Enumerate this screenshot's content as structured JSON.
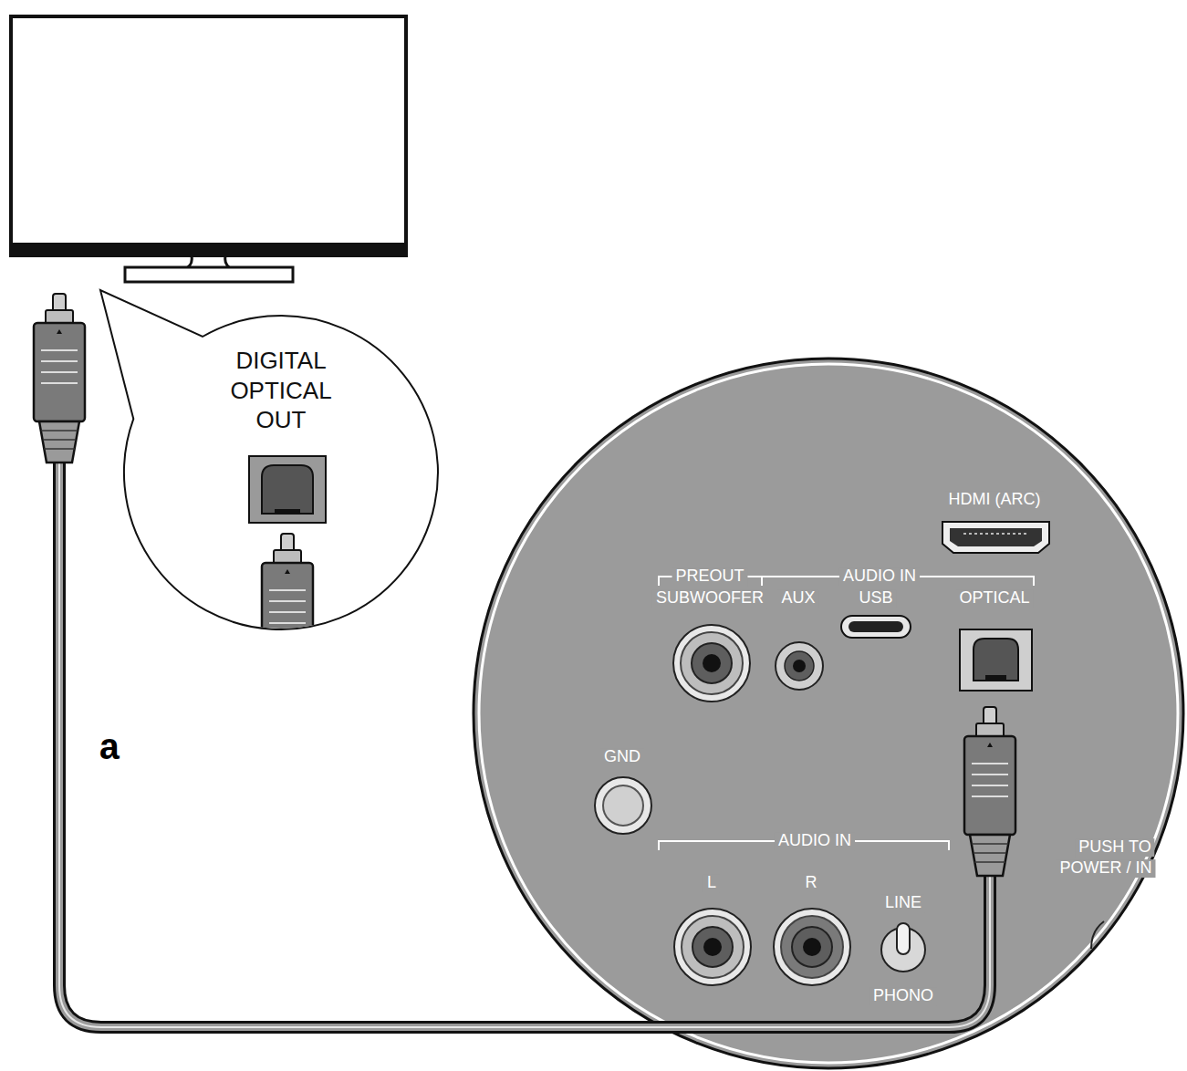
{
  "diagram": {
    "nodes": [
      {
        "text": [
          "DIGITAL OPTICAL OUT"
        ]
      }
    ],
    "labels": [
      "HDMI (ARC)",
      "PREOUT",
      "AUDIO IN",
      "SUBWOOFER",
      "AUX",
      "USB",
      "OPTICAL",
      "GND",
      "AUDIO IN",
      "L",
      "R",
      "LINE",
      "PHONO",
      "PUSH TO",
      "POWER / IN",
      "a"
    ]
  }
}
